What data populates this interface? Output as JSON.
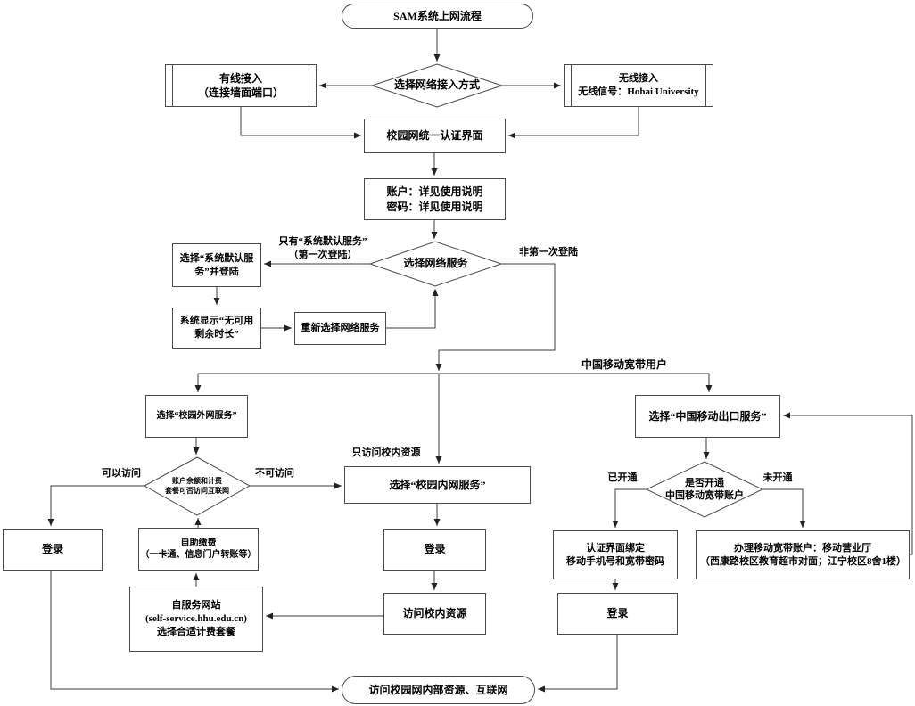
{
  "diagram": {
    "title": "SAM系统上网流程",
    "colors": {
      "background": "#ffffff",
      "line": "#3c3c3c",
      "box_border": "#4a4a4a",
      "box_fill": "#ffffff",
      "text": "#000000"
    },
    "nodes": {
      "start": "SAM系统上网流程",
      "choose_access": "选择网络接入方式",
      "wired": "有线接入\n（连接墙面端口）",
      "wireless": "无线接入\n无线信号：Hohai University",
      "auth_page": "校园网统一认证界面",
      "credentials": "账户：详见使用说明\n密码：详见使用说明",
      "choose_service": "选择网络服务",
      "default_service": "选择“系统默认服务”并登陆",
      "no_time": "系统显示“无可用剩余时长”",
      "reselect": "重新选择网络服务",
      "external_service": "选择“校园外网服务”",
      "balance_check": "账户余额和计费\n套餐可否访问互联网",
      "internal_service": "选择“校园内网服务”",
      "cmcc_service": "选择“中国移动出口服务”",
      "cmcc_check": "是否开通\n中国移动宽带账户",
      "login_left": "登录",
      "self_pay": "自助缴费\n（一卡通、信息门户转账等）",
      "self_service_site": "自服务网站\n(self-service.hhu.edu.cn)\n选择合适计费套餐",
      "login_mid": "登录",
      "visit_internal": "访问校内资源",
      "bind_account": "认证界面绑定\n移动手机号和宽带密码",
      "login_right": "登录",
      "apply_account": "办理移动宽带账户：移动营业厅\n（西康路校区教育超市对面；江宁校区8舍1楼）",
      "end": "访问校园网内部资源、互联网"
    },
    "edge_labels": {
      "first_login": "只有“系统默认服务”\n（第一次登陆）",
      "not_first_login": "非第一次登陆",
      "cmcc_user": "中国移动宽带用户",
      "can_access": "可以访问",
      "cannot_access": "不可访问",
      "intranet_only": "只访问校内资源",
      "opened": "已开通",
      "not_opened": "未开通"
    },
    "edges": [
      {
        "from": "start",
        "to": "choose_access"
      },
      {
        "from": "choose_access",
        "to": "wired"
      },
      {
        "from": "choose_access",
        "to": "wireless"
      },
      {
        "from": "wired",
        "to": "auth_page"
      },
      {
        "from": "wireless",
        "to": "auth_page"
      },
      {
        "from": "auth_page",
        "to": "credentials"
      },
      {
        "from": "credentials",
        "to": "choose_service"
      },
      {
        "from": "choose_service",
        "to": "default_service",
        "label": "只有“系统默认服务”（第一次登陆）"
      },
      {
        "from": "default_service",
        "to": "no_time"
      },
      {
        "from": "no_time",
        "to": "reselect"
      },
      {
        "from": "reselect",
        "to": "choose_service"
      },
      {
        "from": "choose_service",
        "to": "external_service",
        "label": "非第一次登陆"
      },
      {
        "from": "choose_service",
        "to": "internal_service",
        "label": "只访问校内资源"
      },
      {
        "from": "choose_service",
        "to": "cmcc_service",
        "label": "中国移动宽带用户"
      },
      {
        "from": "external_service",
        "to": "balance_check"
      },
      {
        "from": "balance_check",
        "to": "login_left",
        "label": "可以访问"
      },
      {
        "from": "balance_check",
        "to": "internal_service",
        "label": "不可访问"
      },
      {
        "from": "self_pay",
        "to": "balance_check"
      },
      {
        "from": "self_service_site",
        "to": "self_pay"
      },
      {
        "from": "visit_internal",
        "to": "self_service_site"
      },
      {
        "from": "internal_service",
        "to": "login_mid"
      },
      {
        "from": "login_mid",
        "to": "visit_internal"
      },
      {
        "from": "cmcc_service",
        "to": "cmcc_check"
      },
      {
        "from": "cmcc_check",
        "to": "bind_account",
        "label": "已开通"
      },
      {
        "from": "cmcc_check",
        "to": "apply_account",
        "label": "未开通"
      },
      {
        "from": "apply_account",
        "to": "cmcc_service"
      },
      {
        "from": "bind_account",
        "to": "login_right"
      },
      {
        "from": "login_right",
        "to": "end"
      },
      {
        "from": "login_left",
        "to": "end"
      }
    ]
  }
}
